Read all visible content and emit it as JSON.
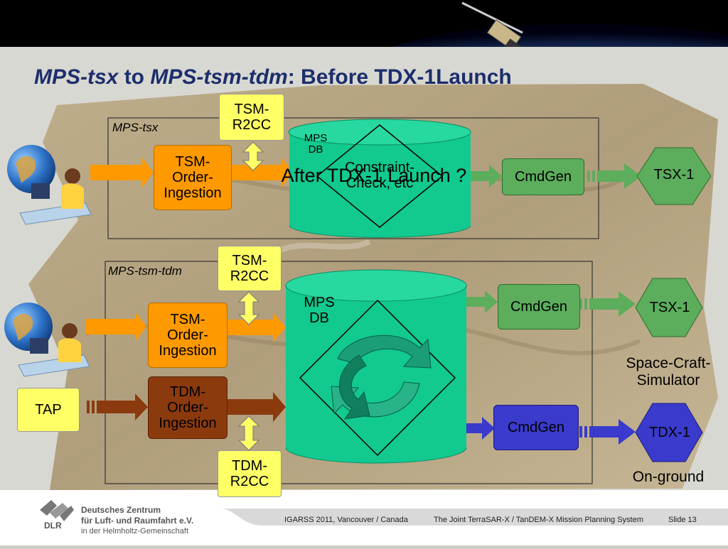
{
  "slide": {
    "title": {
      "part1": "MPS-tsx",
      "part2": " to ",
      "part3": "MPS-tsm-tdm",
      "part4": ": Before TDX-1Launch"
    },
    "upper": {
      "label": "MPS-tsx",
      "r2cc": "TSM-\nR2CC",
      "ingestion": "TSM-\nOrder-\nIngestion",
      "db_label": "MPS\nDB",
      "constraint": "Constraint-\nCheck, etc",
      "overlay": "After TDX-1 Launch ?",
      "cmdgen": "CmdGen",
      "target": "TSX-1"
    },
    "lower": {
      "label": "MPS-tsm-tdm",
      "tsm_r2cc": "TSM-\nR2CC",
      "tsm_ingestion": "TSM-\nOrder-\nIngestion",
      "tdm_ingestion": "TDM-\nOrder-\nIngestion",
      "tdm_r2cc": "TDM-\nR2CC",
      "tap": "TAP",
      "db_label": "MPS\nDB",
      "cmdgen_top": "CmdGen",
      "cmdgen_bottom": "CmdGen",
      "target_top": "TSX-1",
      "target_bottom": "TDX-1",
      "caption_top": "Space-Craft-\nSimulator",
      "caption_bottom": "On-ground"
    },
    "footer": {
      "org_line1": "Deutsches Zentrum",
      "org_line2": "für Luft- und Raumfahrt e.V.",
      "org_line3": "in der Helmholtz-Gemeinschaft",
      "logo_text": "DLR",
      "conference": "IGARSS 2011, Vancouver / Canada",
      "talk": "The Joint TerraSAR-X / TanDEM-X Mission Planning System",
      "slide_no": "Slide 13"
    },
    "colors": {
      "orange": "#ff9900",
      "brown": "#8b3a0e",
      "yellow": "#ffff66",
      "teal": "#12c98f",
      "green": "#5cad5c",
      "blue": "#3a3acc",
      "title": "#1c2e6c"
    }
  }
}
